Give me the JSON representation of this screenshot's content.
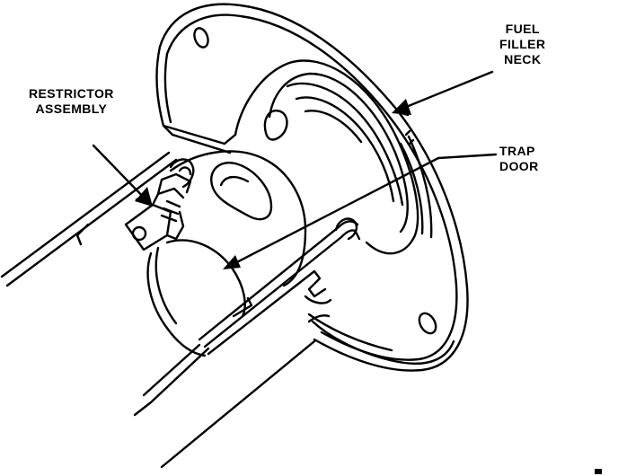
{
  "labels": {
    "fuel_filler_neck": {
      "line1": "FUEL",
      "line2": "FILLER",
      "line3": "NECK"
    },
    "trap_door": {
      "line1": "TRAP",
      "line2": "DOOR"
    },
    "restrictor_assembly": {
      "line1": "RESTRICTOR",
      "line2": "ASSEMBLY"
    }
  },
  "colors": {
    "ink": "#000000",
    "paper": "#ffffff"
  }
}
